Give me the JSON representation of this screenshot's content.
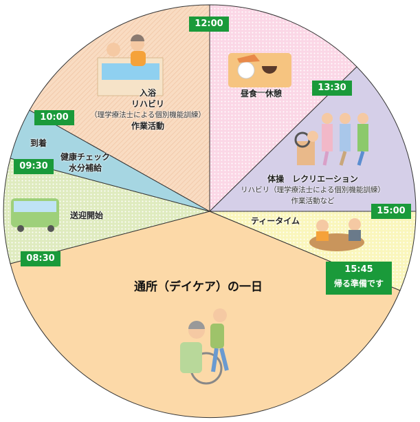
{
  "title": "通所（デイケア）の一日",
  "colors": {
    "time_badge": "#1a9a3a",
    "bath": "#f9dcc2",
    "lunch": "#fbe1ec",
    "exercise": "#d5cfe8",
    "tea": "#fcf9cc",
    "main": "#fcd9a8",
    "pickup": "#e5efc9",
    "arrival": "#a6d6e2"
  },
  "times": {
    "t1200": "12:00",
    "t1330": "13:30",
    "t1500": "15:00",
    "t1545": "15:45",
    "t1545_note": "帰る準備です",
    "t1000": "10:00",
    "t0930": "09:30",
    "t0830": "08:30"
  },
  "sections": {
    "bath": {
      "line1": "入浴",
      "line2": "リハビリ",
      "line3": "（理学療法士による個別機能訓練）",
      "line4": "作業活動"
    },
    "lunch": {
      "line1": "昼食　休憩"
    },
    "exercise": {
      "line1": "体操　レクリエーション",
      "line2": "リハビリ（理学療法士による個別機能訓練）",
      "line3": "作業活動など"
    },
    "tea": {
      "line1": "ティータイム"
    },
    "arrival": {
      "line1": "到着",
      "line2": "健康チェック",
      "line3": "水分補給"
    },
    "pickup": {
      "line1": "送迎開始"
    }
  }
}
